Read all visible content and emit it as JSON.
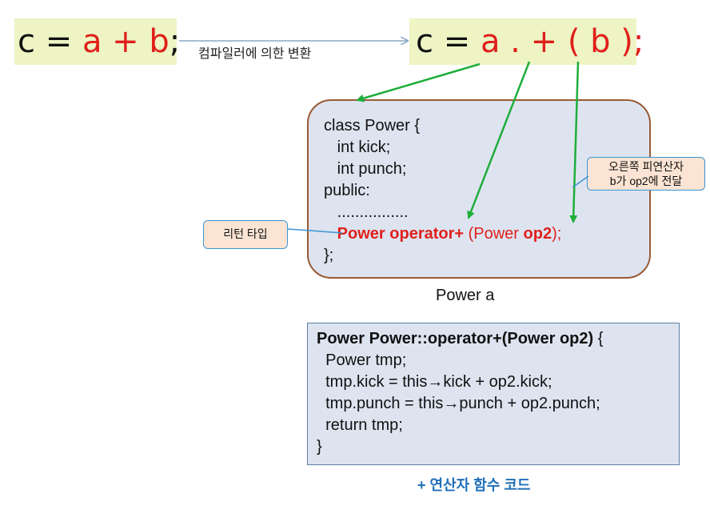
{
  "expression_left": {
    "lhs": "c = ",
    "operands": "a + b",
    "end": ";"
  },
  "conversion_label": "컴파일러에 의한 변환",
  "expression_right": {
    "lhs": "c = ",
    "call": "a . + ( b );"
  },
  "class_code": {
    "line1": "class Power {",
    "line2": "   int kick;",
    "line3": "   int punch;",
    "line4": "public:",
    "line5": "   ................",
    "line6_return": "Power",
    "line6_op": " operator+",
    "line6_param": " (Power ",
    "line6_op2": "op2",
    "line6_end": ");",
    "line7": "};"
  },
  "callout_return": "리턴 타입",
  "callout_operand": {
    "line1": "오른쪽 피연산자",
    "line2": "b가 op2에 전달"
  },
  "caption_object": "Power a",
  "impl_code": {
    "sig": "Power Power::operator+(Power op2)",
    "brace": " {",
    "line2": "  Power tmp;",
    "line3": "  tmp.kick = this→kick + op2.kick;",
    "line4": "  tmp.punch = this→punch + op2.punch;",
    "line5": "  return tmp;",
    "line6": "}"
  },
  "caption_function": "+ 연산자 함수 코드",
  "colors": {
    "highlight_bg": "#eef4c4",
    "red": "#e0201b",
    "arrow_green": "#1fae3a",
    "blue": "#1f6fb8",
    "box_fill": "#dde4f0",
    "box_border": "#9a5a34"
  }
}
